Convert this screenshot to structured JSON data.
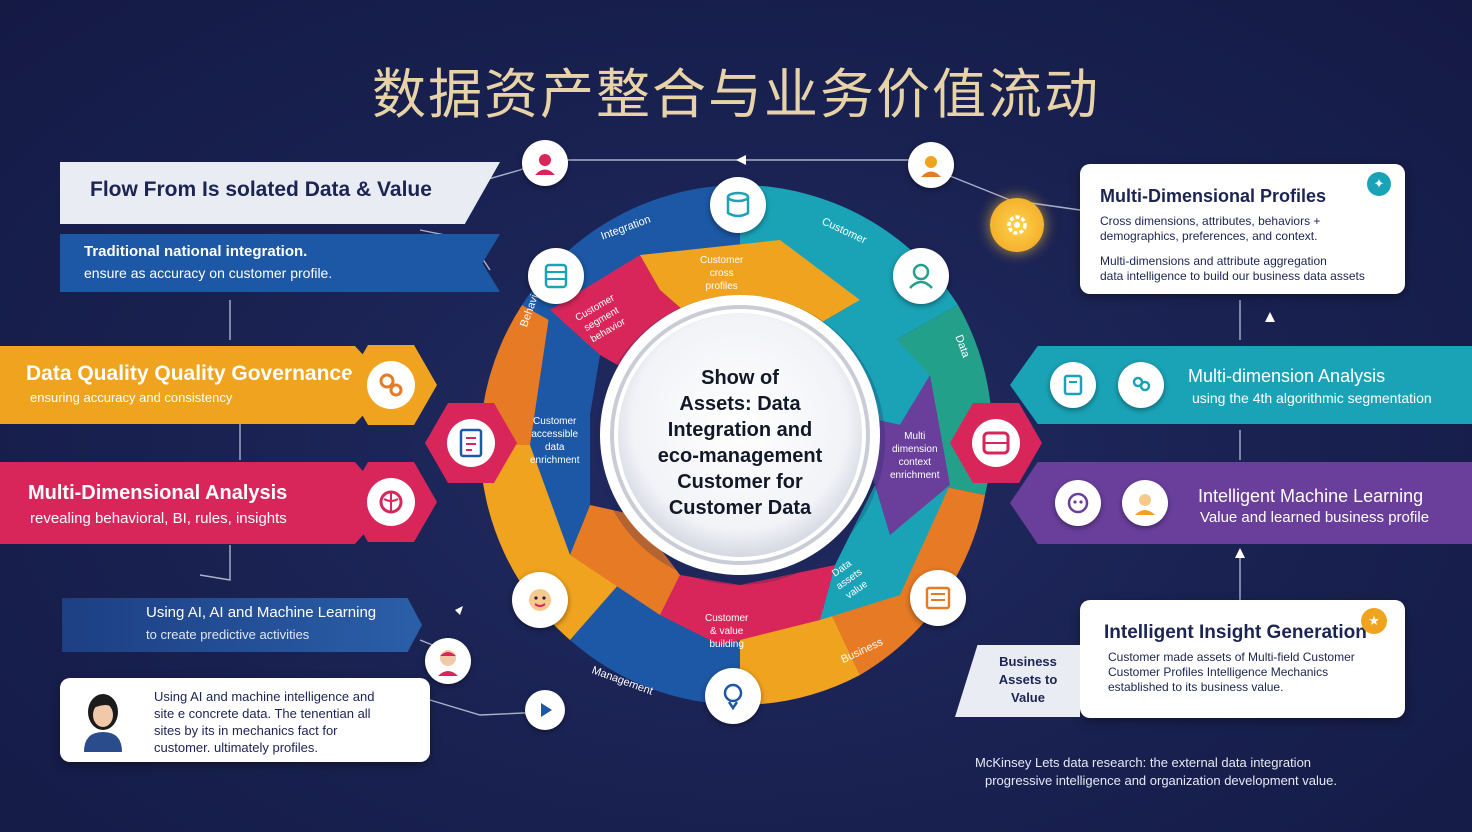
{
  "title": "数据资产整合与业务价值流动",
  "center": {
    "lines": [
      "Show of",
      "Assets: Data",
      "Integration  and",
      "eco-management",
      "Customer for",
      "Customer Data"
    ]
  },
  "left_panels": [
    {
      "title": "Flow From Is solated Data & Value",
      "color": "#e9ecf3"
    },
    {
      "title": "Traditional national integration.",
      "subtitle": "ensure as accuracy on customer profile.",
      "color": "#1c58a5"
    },
    {
      "title": "Data Quality Quality Governance",
      "subtitle": "ensuring accuracy and consistency",
      "color": "#f0a31e"
    },
    {
      "title": "Multi-Dimensional Analysis",
      "subtitle": "revealing behavioral, BI, rules, insights",
      "color": "#d9265a"
    },
    {
      "title": "Using AI, AI and Machine Learning",
      "subtitle": "to create predictive activities",
      "color": "#2a5fa8"
    },
    {
      "body": [
        "Using AI and machine intelligence and",
        "site e concrete data. The tenentian all",
        "sites by its in mechanics fact for",
        "customer. ultimately profiles."
      ]
    }
  ],
  "right_panels": [
    {
      "title": "Multi-Dimensional Profiles",
      "body": [
        "Cross dimensions, attributes, behaviors +",
        "demographics, preferences, and context.",
        "Multi-dimensions and attribute aggregation",
        "data intelligence to build our business data assets"
      ]
    },
    {
      "title": "Multi-dimension Analysis",
      "subtitle": "using the 4th algorithmic segmentation",
      "color": "#1aa3b7"
    },
    {
      "title": "Intelligent Machine Learning",
      "subtitle": "Value and learned business profile",
      "color": "#6a3f9c"
    },
    {
      "title": "Intelligent Insight Generation",
      "body": [
        "Customer made assets of Multi-field Customer",
        "Customer Profiles Intelligence Mechanics",
        "established to its business value."
      ]
    }
  ],
  "business_value": [
    "Business",
    "Assets to",
    "Value"
  ],
  "footnote": [
    "McKinsey Lets data research: the external data integration",
    "progressive intelligence and organization development value."
  ],
  "segments": {
    "outer": [
      "Integration",
      "Customer",
      "Data",
      "Behavior",
      "Management",
      "Business"
    ],
    "inner": [
      [
        "Customer",
        "cross",
        "profiles"
      ],
      [
        "Customer",
        "segment",
        "behavior"
      ],
      [
        "Customer",
        "accessible",
        "data",
        "enrichment"
      ],
      [
        "Multi",
        "dimension",
        "context",
        "enrichment"
      ],
      [
        "Customer",
        "& value",
        "building"
      ],
      [
        "Data",
        "assets",
        "value"
      ]
    ]
  }
}
